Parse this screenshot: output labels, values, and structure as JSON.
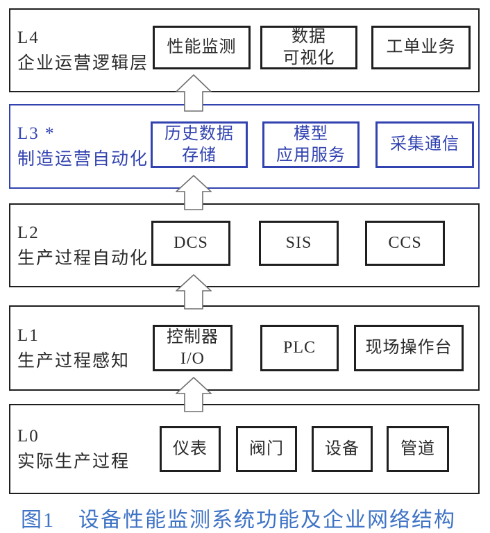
{
  "colors": {
    "line_black": "#1f1f1f",
    "layer3_blue": "#3243b0",
    "caption_blue": "#3e73c5",
    "arrow_outline": "#6e6e6e",
    "background": "#ffffff"
  },
  "layers": [
    {
      "id": "l4",
      "label": [
        "L4",
        "企业运营逻辑层"
      ],
      "boxes": [
        {
          "l1": "性能监测"
        },
        {
          "l1": "数据",
          "l2": "可视化"
        },
        {
          "l1": "工单业务"
        }
      ]
    },
    {
      "id": "l3",
      "label": [
        "L3 *",
        "制造运营自动化"
      ],
      "boxes": [
        {
          "l1": "历史数据",
          "l2": "存储"
        },
        {
          "l1": "模型",
          "l2": "应用服务"
        },
        {
          "l1": "采集通信"
        }
      ]
    },
    {
      "id": "l2",
      "label": [
        "L2",
        "生产过程自动化"
      ],
      "boxes": [
        {
          "l1": "DCS"
        },
        {
          "l1": "SIS"
        },
        {
          "l1": "CCS"
        }
      ]
    },
    {
      "id": "l1",
      "label": [
        "L1",
        "生产过程感知"
      ],
      "boxes": [
        {
          "l1": "控制器",
          "l2": "I/O"
        },
        {
          "l1": "PLC"
        },
        {
          "l1": "现场操作台"
        }
      ]
    },
    {
      "id": "l0",
      "label": [
        "L0",
        "实际生产过程"
      ],
      "boxes": [
        {
          "l1": "仪表"
        },
        {
          "l1": "阀门"
        },
        {
          "l1": "设备"
        },
        {
          "l1": "管道"
        }
      ]
    }
  ],
  "caption": {
    "number": "图1",
    "text": "设备性能监测系统功能及企业网络结构"
  }
}
